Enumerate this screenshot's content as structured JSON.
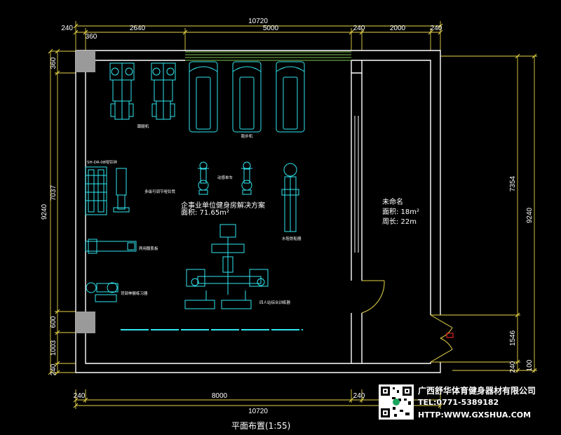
{
  "top_dims": {
    "total": "10720",
    "segments": [
      "240",
      "2640",
      "5000",
      "240",
      "2000",
      "240"
    ],
    "left_small": "360"
  },
  "bottom_dims": {
    "total": "10720",
    "segments": [
      "240",
      "8000",
      "240"
    ]
  },
  "left_dims": {
    "total": "9240",
    "segments": [
      "360",
      "7037",
      "600",
      "1003",
      "240"
    ]
  },
  "right_dims": {
    "total": "9240",
    "segments": [
      "7354",
      "1546",
      "240",
      "100"
    ]
  },
  "plan": {
    "title": "企事业单位健身房解决方案",
    "area": "面积: 71.65m²",
    "room_name": "未命名",
    "room_area": "面积: 18m²",
    "room_perimeter": "周长: 22m",
    "caption": "平面布置(1:55)"
  },
  "equipment_labels": {
    "leg": "蹲腿机",
    "treadmill": "跑步机",
    "rack_code": "SH-DR-08哑铃钟",
    "bench_adj": "多级可调节哑铃凳",
    "bike": "动感单车",
    "rower": "水阻划船器",
    "flat_bench": "两用腹肌板",
    "back": "背部伸展练习器",
    "station": "四人站综合训练器"
  },
  "company": {
    "name": "广西舒华体育健身器材有限公司",
    "tel": "TEL:0771-5389182",
    "web": "HTTP:WWW.GXSHUA.COM"
  },
  "colors": {
    "background": "#000000",
    "equipment": "#2fe6f0",
    "dimension": "#e8d64a",
    "wall": "#ffffff",
    "door_tag": "#e02020"
  }
}
